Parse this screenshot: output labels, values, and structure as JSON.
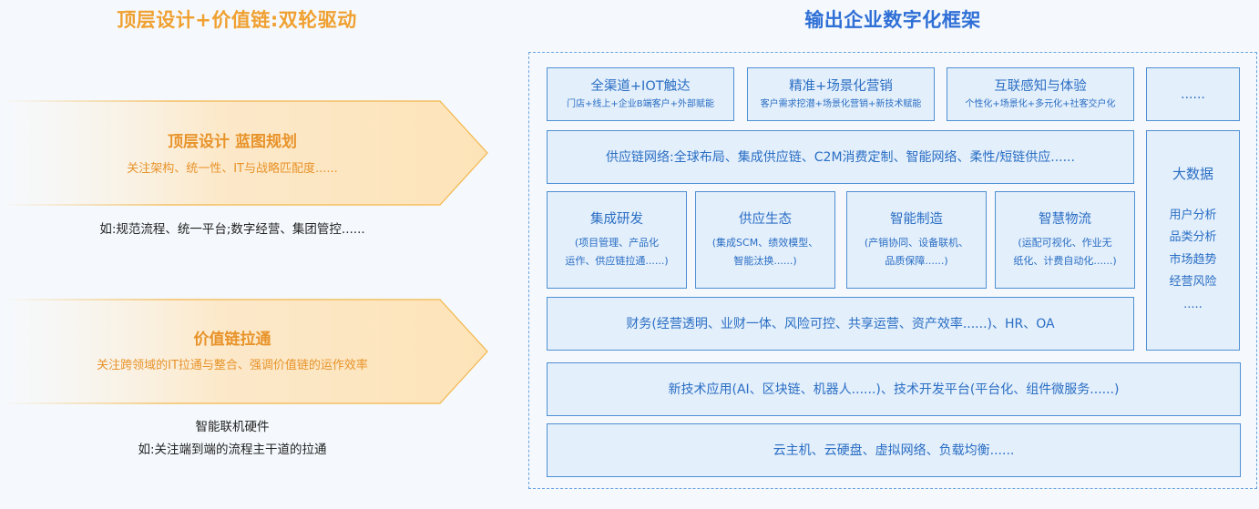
{
  "left": {
    "title": "顶层设计+价值链:双轮驱动",
    "arrow1": {
      "title": "顶层设计 蓝图规划",
      "sub": "关注架构、统一性、IT与战略匹配度......"
    },
    "note1": "如:规范流程、统一平台;数字经营、集团管控......",
    "arrow2": {
      "title": "价值链拉通",
      "sub": "关注跨领域的IT拉通与整合、强调价值链的运作效率"
    },
    "note2_line1": "智能联机硬件",
    "note2_line2": "如:关注端到端的流程主干道的拉通"
  },
  "right": {
    "title": "输出企业数字化框架",
    "row1": [
      {
        "title": "全渠道+IOT触达",
        "sub": "门店+线上+企业B端客户+外部赋能"
      },
      {
        "title": "精准+场景化营销",
        "sub": "客户需求挖潜+场景化营销+新技术赋能"
      },
      {
        "title": "互联感知与体验",
        "sub": "个性化+场景化+多元化+社客交户化"
      }
    ],
    "row1_more": "......",
    "supply_chain": "供应链网络:全球布局、集成供应链、C2M消费定制、智能网络、柔性/短链供应......",
    "modules": [
      {
        "title": "集成研发",
        "sub1": "(项目管理、产品化",
        "sub2": "运作、供应链拉通......)"
      },
      {
        "title": "供应生态",
        "sub1": "(集成SCM、绩效模型、",
        "sub2": "智能汰换......)"
      },
      {
        "title": "智能制造",
        "sub1": "(产销协同、设备联机、",
        "sub2": "品质保障......)"
      },
      {
        "title": "智慧物流",
        "sub1": "(运配可视化、作业无",
        "sub2": "纸化、计费自动化......)"
      }
    ],
    "finance": "财务(经营透明、业财一体、风险可控、共享运营、资产效率......)、HR、OA",
    "big_data": {
      "title": "大数据",
      "items": [
        "用户分析",
        "品类分析",
        "市场趋势",
        "经营风险",
        "....."
      ]
    },
    "new_tech": "新技术应用(AI、区块链、机器人......)、技术开发平台(平台化、组件微服务......)",
    "cloud": "云主机、云硬盘、虚拟网络、负载均衡......"
  }
}
